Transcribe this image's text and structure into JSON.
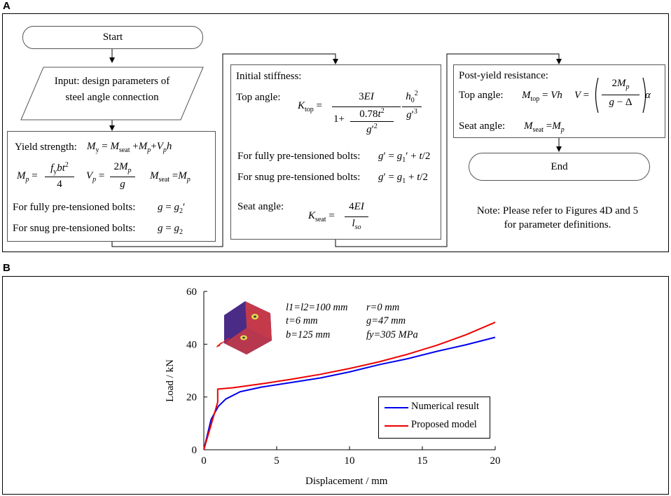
{
  "panel_a": {
    "letter": "A",
    "start": "Start",
    "input_line1": "Input: design parameters of",
    "input_line2": "steel angle connection",
    "end": "End",
    "yield": {
      "label": "Yield strength:",
      "eq_my": "M_y = M_seat + M_p + V_p h",
      "eq_mp": "M_p = f_y b t^2 / 4",
      "eq_vp": "V_p = 2M_p / g",
      "eq_mseat": "M_seat = M_p",
      "fully_label": "For fully pre-tensioned bolts:",
      "fully_eq": "g = g'_2",
      "snug_label": "For snug pre-tensioned bolts:",
      "snug_eq": "g = g_2"
    },
    "stiffness": {
      "label": "Initial stiffness:",
      "top_label": "Top angle:",
      "top_eq": "K_top = 3EI / (1 + 0.78t^2/g'^2) · h_0^2/g'^3",
      "fully_label": "For fully pre-tensioned bolts:",
      "fully_eq": "g' = g'_1 + t/2",
      "snug_label": "For snug pre-tensioned bolts:",
      "snug_eq": "g' = g_1 + t/2",
      "seat_label": "Seat angle:",
      "seat_eq": "K_seat = 4EI / l_so"
    },
    "post_yield": {
      "label": "Post-yield resistance:",
      "top_label": "Top angle:",
      "top_eq": "M_top = Vh",
      "v_eq": "V = (2M_p / (g − Δ)) α",
      "seat_label": "Seat angle:",
      "seat_eq": "M_seat = M_p"
    },
    "note_line1": "Note: Please refer to Figures 4D and 5",
    "note_line2": "for parameter definitions."
  },
  "panel_b": {
    "letter": "B",
    "params": {
      "p1": "l1=l2=100 mm",
      "p2": "r=0 mm",
      "p3": "t=6 mm",
      "p4": "g=47 mm",
      "p5": "b=125 mm",
      "p6": "fy=305 MPa"
    }
  },
  "chart_data": {
    "type": "line",
    "title": "",
    "xlabel": "Displacement  / mm",
    "ylabel": "Load / kN",
    "xlim": [
      0,
      20
    ],
    "ylim": [
      0,
      60
    ],
    "xticks": [
      0,
      5,
      10,
      15,
      20
    ],
    "yticks": [
      0,
      20,
      40,
      60
    ],
    "grid": false,
    "legend": "bottom-right",
    "series": [
      {
        "name": "Numerical result",
        "color": "#0000ee",
        "x": [
          0,
          0.5,
          1,
          1.5,
          2.5,
          4,
          6,
          8,
          10,
          12,
          14,
          16,
          18,
          20
        ],
        "y": [
          0,
          11.5,
          16.5,
          19.2,
          22,
          23.8,
          25.5,
          27.2,
          29.5,
          32.2,
          34.5,
          37.3,
          39.8,
          42.6
        ]
      },
      {
        "name": "Proposed model",
        "color": "#ee0000",
        "x": [
          0,
          0.95,
          0.95,
          2,
          4,
          6,
          8,
          10,
          12,
          14,
          16,
          18,
          20
        ],
        "y": [
          0,
          18,
          23,
          23.5,
          25,
          26.7,
          28.6,
          30.8,
          33.3,
          36.2,
          39.6,
          43.6,
          48.3
        ]
      }
    ]
  }
}
